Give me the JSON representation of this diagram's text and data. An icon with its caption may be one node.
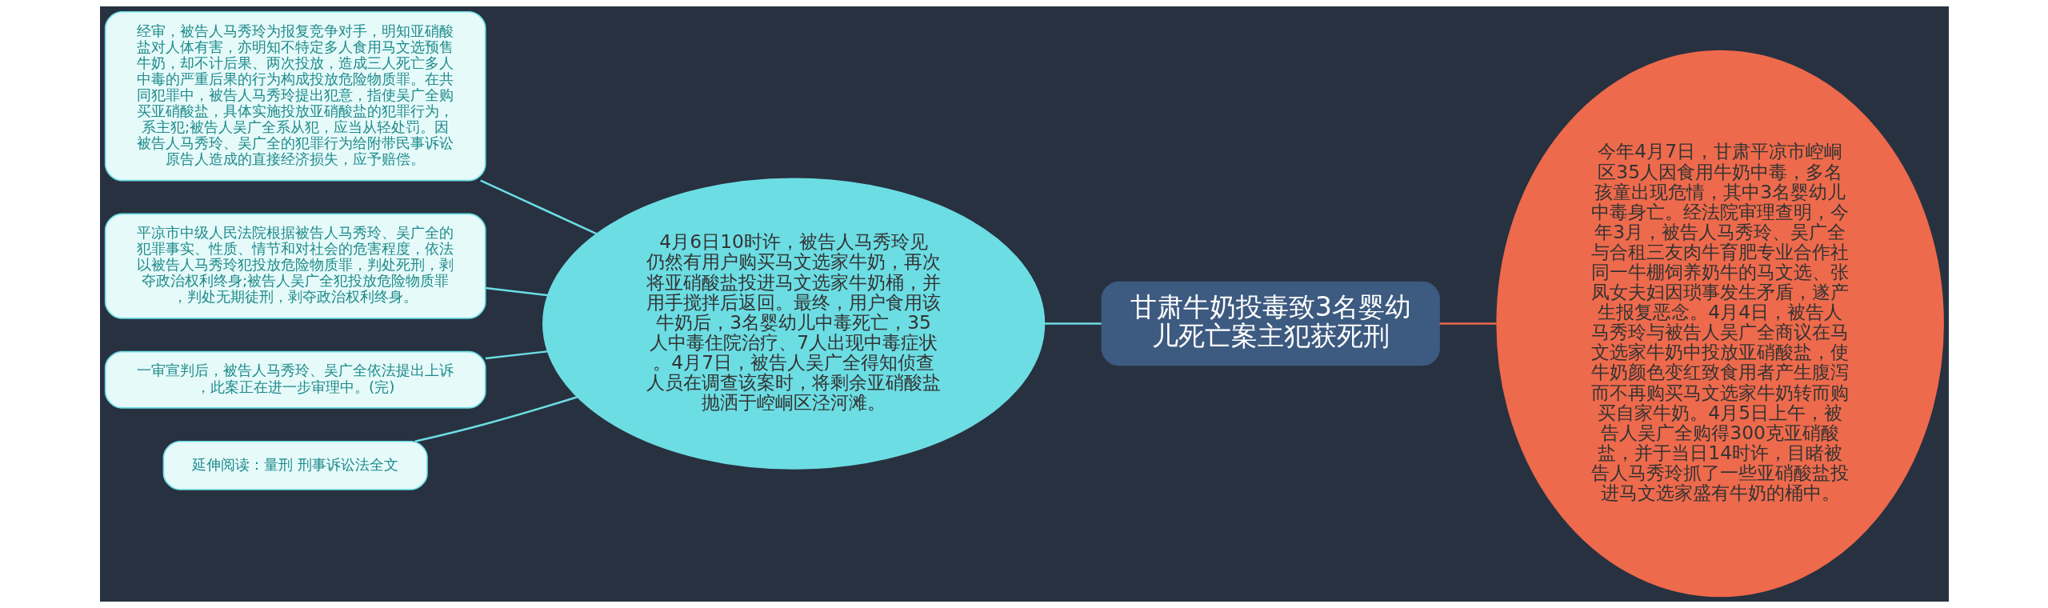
{
  "diagram": {
    "nodes": [
      {
        "text": [
          "甘肃牛奶投毒致3名婴幼儿死亡案主犯获死刑"
        ]
      },
      {
        "text": [
          "今年4月7日，甘肃平凉市崆峒区35人因食用牛奶中毒，多名孩童出现危情，其中3名婴幼儿中毒身亡。经法院审理查明，今年3月，被告人马秀玲、吴广全与合租三友肉牛育肥专业合作社同一牛棚饲养奶牛的马文选、张凤女夫妇因琐事发生矛盾，遂产生报复恶念。4月4日，被告人马秀玲与被告人吴广全商议在马文选家牛奶中投放亚硝酸盐，使牛奶颜色变红致食用者产生腹泻而不再购买马文选家牛奶转而购买自家牛奶。4月5日上午，被告人吴广全购得300克亚硝酸盐，并于当日14时许，目睹被告人马秀玲抓了一些亚硝酸盐投进马文选家盛有牛奶的桶中。"
        ]
      },
      {
        "text": [
          "4月6日10时许，被告人马秀玲见仍然有用户购买马文选家牛奶，再次将亚硝酸盐投进马文选家牛奶桶，并用手搅拌后返回。最终，用户食用该牛奶后，3名婴幼儿中毒死亡，35人中毒住院治疗、7人出现中毒症状。4月7日，被告人吴广全得知侦查人员在调查该案时，将剩余亚硝酸盐抛洒于崆峒区泾河滩。"
        ]
      },
      {
        "text": [
          "经审，被告人马秀玲为报复竞争对手，明知亚硝酸盐对人体有害，亦明知不特定多人食用马文选预售牛奶，却不计后果、两次投放，造成三人死亡多人中毒的严重后果的行为构成投放危险物质罪。在共同犯罪中，被告人马秀玲提出犯意，指使吴广全购买亚硝酸盐，具体实施投放亚硝酸盐的犯罪行为，系主犯;被告人吴广全系从犯，应当从轻处罚。因被告人马秀玲、吴广全的犯罪行为给附带民事诉讼原告人造成的直接经济损失，应予赔偿。"
        ]
      },
      {
        "text": [
          "平凉市中级人民法院根据被告人马秀玲、吴广全的犯罪事实、性质、情节和对社会的危害程度，依法以被告人马秀玲犯投放危险物质罪，判处死刑，剥夺政治权利终身;被告人吴广全犯投放危险物质罪，判处无期徒刑，剥夺政治权利终身。"
        ]
      },
      {
        "text": [
          "一审宣判后，被告人马秀玲、吴广全依法提出上诉，此案正在进一步审理中。(完)"
        ]
      },
      {
        "text": [
          "延伸阅读：量刑 刑事诉讼法全文"
        ]
      }
    ],
    "edges": [
      {
        "from": 0,
        "to": 1,
        "arrow": "none",
        "color": "#e8684a"
      },
      {
        "from": 2,
        "to": 0,
        "arrow": "none"
      },
      {
        "from": 3,
        "to": 2,
        "arrow": "none"
      },
      {
        "from": 4,
        "to": 2,
        "arrow": "none"
      },
      {
        "from": 5,
        "to": 2,
        "arrow": "none"
      },
      {
        "from": 6,
        "to": 2,
        "arrow": "none"
      }
    ]
  }
}
